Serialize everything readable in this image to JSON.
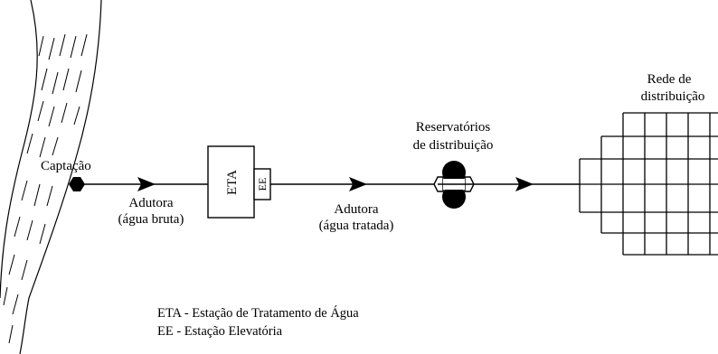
{
  "labels": {
    "captacao": "Captação",
    "adutora_bruta_line1": "Adutora",
    "adutora_bruta_line2": "(água bruta)",
    "eta": "ETA",
    "ee": "EE",
    "adutora_tratada_line1": "Adutora",
    "adutora_tratada_line2": "(água tratada)",
    "reservatorios_line1": "Reservatórios",
    "reservatorios_line2": "de distribuição",
    "rede_line1": "Rede de",
    "rede_line2": "distribuição"
  },
  "legend": {
    "eta": "ETA - Estação de Tratamento de Água",
    "ee": "EE - Estação Elevatória"
  }
}
